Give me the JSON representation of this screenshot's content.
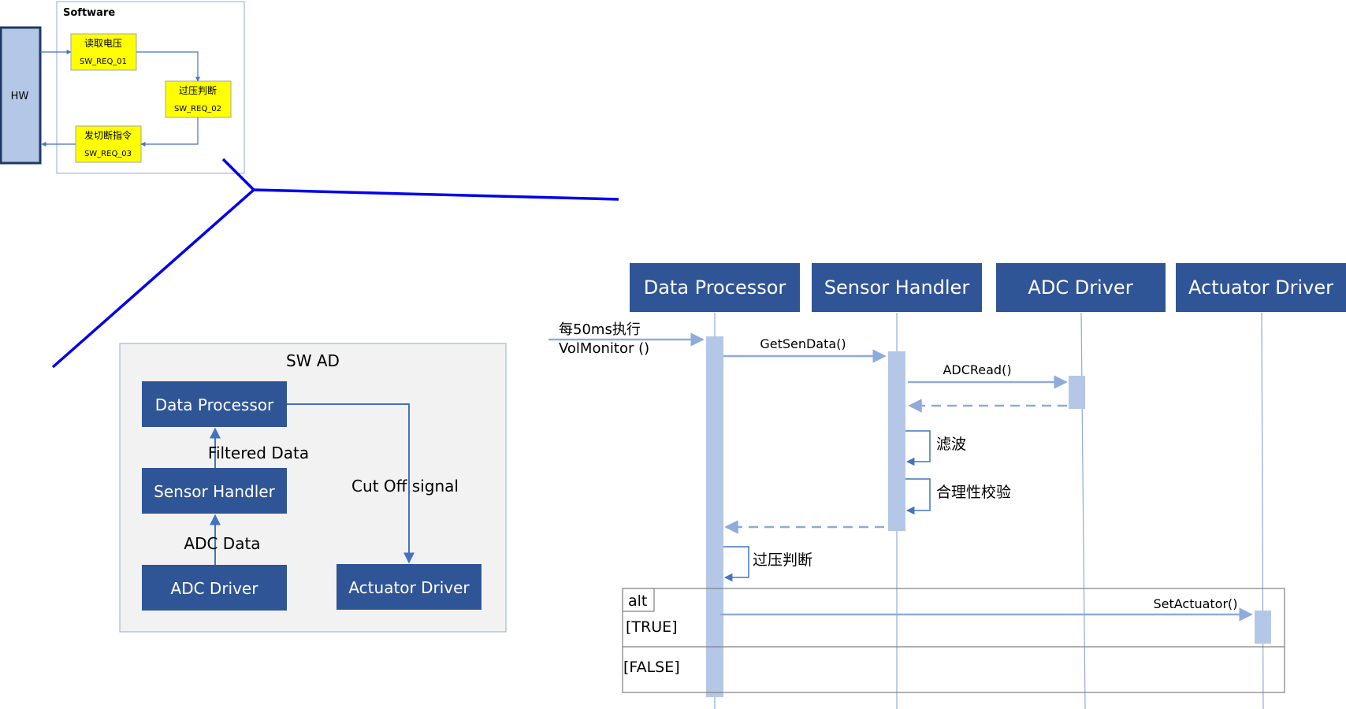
{
  "colors": {
    "dark_blue": "#2F5597",
    "light_blue": "#B4C7E7",
    "arrow_blue": "#4472C4",
    "line_blue": "#0000EE",
    "yellow": "#FFFF00",
    "frame": "#8FAADC",
    "panel_bg": "#F2F2F2"
  },
  "requirements_diagram": {
    "hw_label": "HW",
    "software_title": "Software",
    "req1": {
      "name": "读取电压",
      "id": "SW_REQ_01"
    },
    "req2": {
      "name": "过压判断",
      "id": "SW_REQ_02"
    },
    "req3": {
      "name": "发切断指令",
      "id": "SW_REQ_03"
    }
  },
  "architecture_diagram": {
    "title": "SW AD",
    "components": {
      "data_processor": "Data Processor",
      "sensor_handler": "Sensor Handler",
      "adc_driver": "ADC Driver",
      "actuator_driver": "Actuator Driver"
    },
    "flows": {
      "filtered_data": "Filtered Data",
      "adc_data": "ADC Data",
      "cut_off": "Cut Off signal"
    }
  },
  "sequence_diagram": {
    "lifelines": [
      "Data Processor",
      "Sensor Handler",
      "ADC Driver",
      "Actuator Driver"
    ],
    "trigger_line1": "每50ms执行",
    "trigger_line2": "VolMonitor ()",
    "msg_get_sen_data": "GetSenData()",
    "msg_adc_read": "ADCRead()",
    "self_filter": "滤波",
    "self_plausibility": "合理性校验",
    "self_overvoltage": "过压判断",
    "alt_label": "alt",
    "guard_true": "[TRUE]",
    "guard_false": "[FALSE]",
    "msg_set_actuator": "SetActuator()"
  }
}
